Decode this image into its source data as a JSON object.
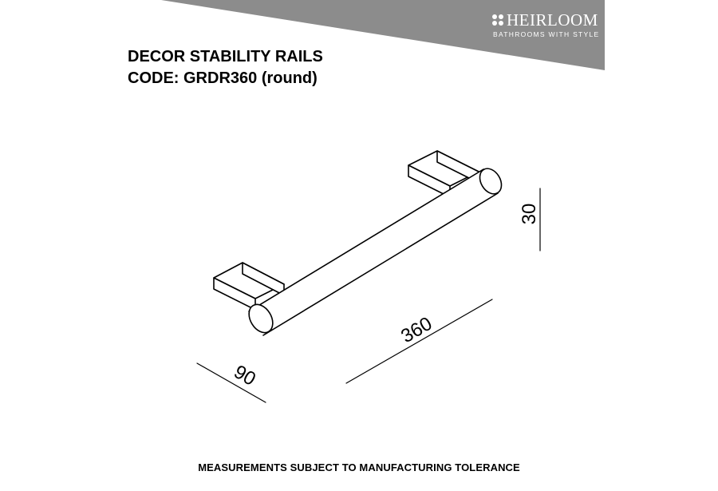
{
  "brand": {
    "name": "HEIRLOOM",
    "tagline": "BATHROOMS WITH STYLE",
    "banner_color": "#8c8c8c"
  },
  "header": {
    "title_line1": "DECOR STABILITY RAILS",
    "title_line2": "CODE: GRDR360 (round)"
  },
  "dimensions": {
    "length": "360",
    "depth": "90",
    "height": "30"
  },
  "footer": {
    "note": "MEASUREMENTS SUBJECT TO MANUFACTURING TOLERANCE"
  }
}
